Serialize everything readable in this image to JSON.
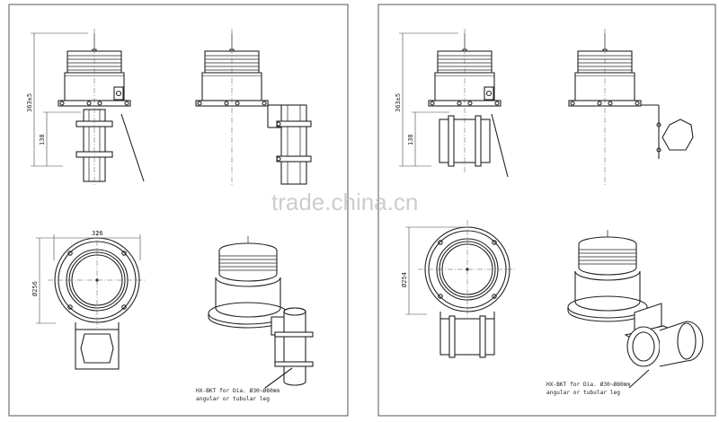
{
  "watermark": "trade.china.cn",
  "left_panel": {
    "height_dim": "363±5",
    "bracket_height_dim": "138",
    "width_dim": "326",
    "depth_dim": "Ø256",
    "note_line1": "HX-BKT for Dia. Ø30~Ø80mm",
    "note_line2": "angular or tubular leg"
  },
  "right_panel": {
    "height_dim": "363±5",
    "bracket_height_dim": "138",
    "depth_dim": "Ø254",
    "note_line1": "HX-BKT for Dia. Ø30~Ø80mm",
    "note_line2": "angular or tubular leg"
  }
}
